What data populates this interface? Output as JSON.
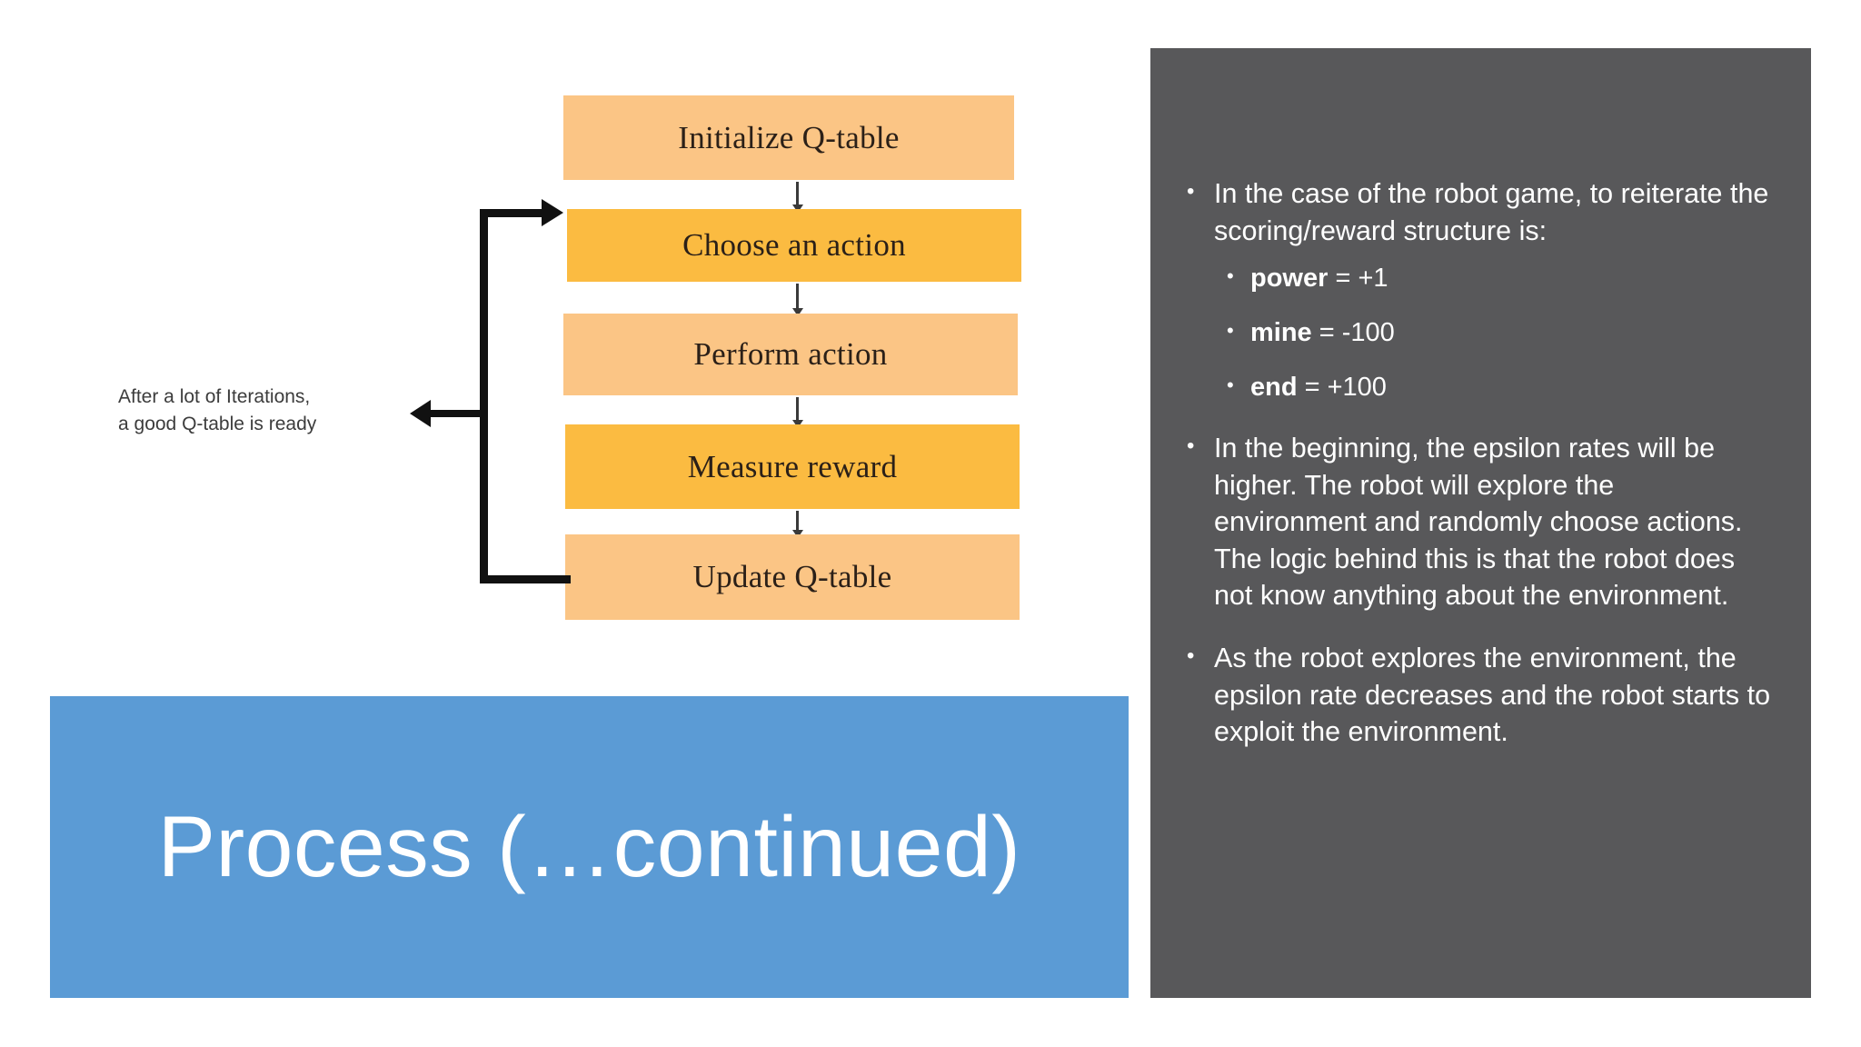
{
  "slide": {
    "title": "Process (…continued)",
    "background_color": "#ffffff",
    "title_banner_color": "#5b9bd5",
    "content_panel_color": "#58585a"
  },
  "flowchart": {
    "caption_line1": "After a lot of Iterations,",
    "caption_line2": "a good Q-table is ready",
    "box_color_light": "#fbc585",
    "box_color_dark": "#fbbb41",
    "steps": [
      {
        "label": "Initialize Q-table",
        "shade": "light"
      },
      {
        "label": "Choose an action",
        "shade": "dark"
      },
      {
        "label": "Perform action",
        "shade": "light"
      },
      {
        "label": "Measure reward",
        "shade": "dark"
      },
      {
        "label": "Update Q-table",
        "shade": "light"
      }
    ]
  },
  "content": {
    "bullets": [
      {
        "text": "In the case of the robot game, to reiterate the scoring/reward structure is:",
        "sub": [
          {
            "keyword": "power",
            "value": " = +1"
          },
          {
            "keyword": "mine",
            "value": " = -100"
          },
          {
            "keyword": "end",
            "value": " = +100"
          }
        ]
      },
      {
        "text": "In the beginning, the epsilon rates will be higher. The robot will explore the environment and randomly choose actions. The logic behind this is that the robot does not know anything about the environment."
      },
      {
        "text": "As the robot explores the environment, the epsilon rate decreases and the robot starts to exploit the environment."
      }
    ]
  }
}
